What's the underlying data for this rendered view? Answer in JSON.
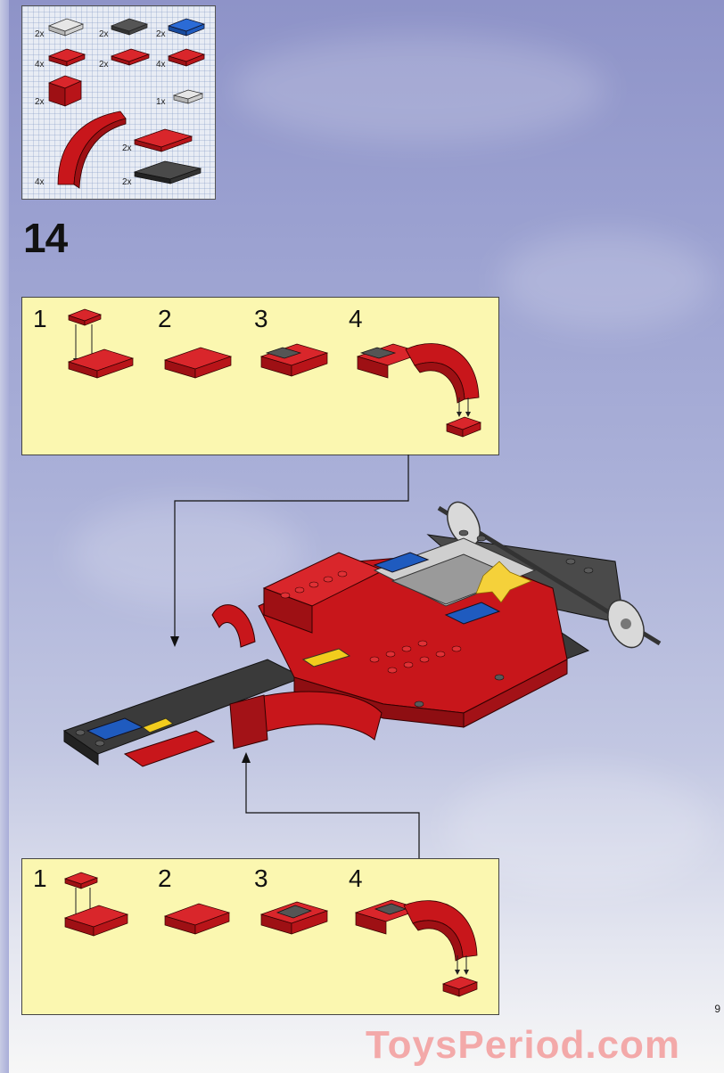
{
  "step": {
    "number": "14"
  },
  "parts_list": {
    "items": [
      {
        "qty": "2x",
        "color": "#d9d9d9"
      },
      {
        "qty": "2x",
        "color": "#555555"
      },
      {
        "qty": "2x",
        "color": "#1f5bbf"
      },
      {
        "qty": "4x",
        "color": "#c8161b"
      },
      {
        "qty": "2x",
        "color": "#c8161b"
      },
      {
        "qty": "4x",
        "color": "#c8161b"
      },
      {
        "qty": "2x",
        "color": "#c8161b"
      },
      {
        "qty": "1x",
        "color": "#d9d9d9"
      },
      {
        "qty": "2x",
        "color": "#c8161b"
      },
      {
        "qty": "4x",
        "color": "#c8161b"
      },
      {
        "qty": "2x",
        "color": "#3a3a3a"
      }
    ]
  },
  "sub_assembly_top": {
    "steps": [
      "1",
      "2",
      "3",
      "4"
    ]
  },
  "sub_assembly_bottom": {
    "steps": [
      "1",
      "2",
      "3",
      "4"
    ]
  },
  "page": {
    "number": "9"
  },
  "watermark": {
    "text": "ToysPeriod.com"
  },
  "colors": {
    "red": "#c8161b",
    "blue": "#1f5bbf",
    "gray": "#cfcfcf",
    "dark": "#3a3a3a",
    "yellow_panel": "#fbf7b0"
  }
}
